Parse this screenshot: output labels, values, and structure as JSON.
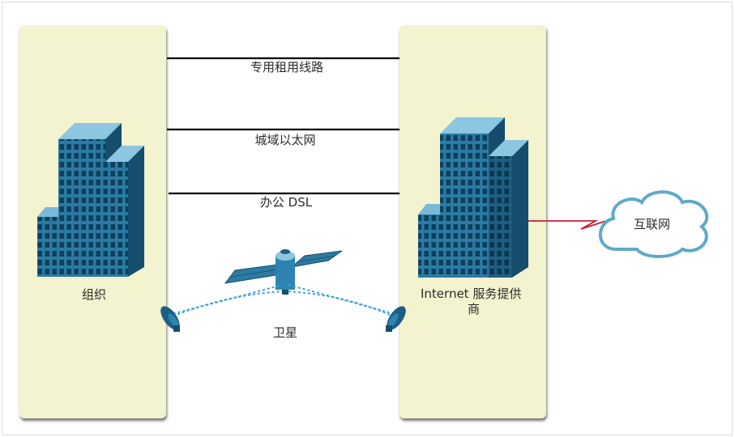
{
  "organization": {
    "label": "组织"
  },
  "isp": {
    "label_line1": "Internet 服务提供",
    "label_line2": "商"
  },
  "connections": {
    "leased_line": "专用租用线路",
    "metro_ethernet": "城域以太网",
    "dsl": "办公 DSL",
    "satellite": "卫星"
  },
  "internet": {
    "label": "互联网"
  },
  "colors": {
    "panel_bg": "#f3f3d0",
    "building_dark": "#1d5f82",
    "building_mid": "#2e7fa8",
    "building_light": "#5aa7cb",
    "wave": "#3aa6d6",
    "serial_link": "#c81e3c",
    "cloud_stroke": "#5fa9c9"
  },
  "icons": [
    "building-icon",
    "satellite-icon",
    "satellite-dish-icon",
    "cloud-icon",
    "serial-link-icon"
  ]
}
